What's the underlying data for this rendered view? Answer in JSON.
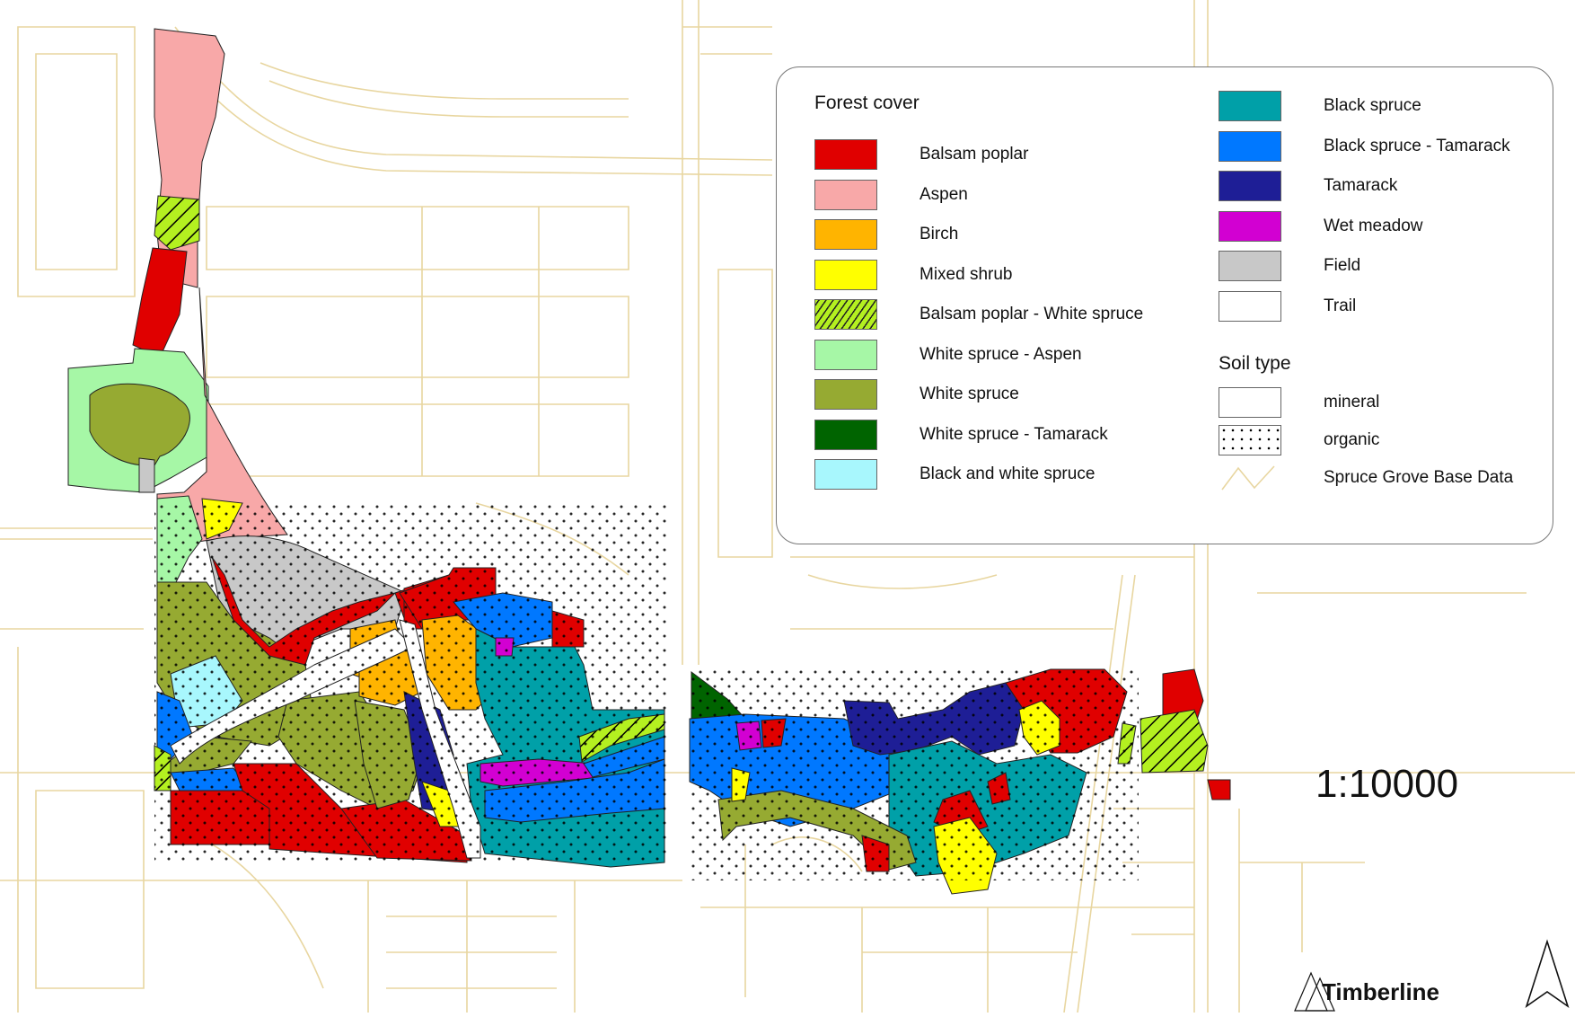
{
  "legend": {
    "forest_title": "Forest cover",
    "soil_title": "Soil type",
    "forest_left": [
      {
        "label": "Balsam poplar",
        "color": "#e00000",
        "pattern": "solid"
      },
      {
        "label": "Aspen",
        "color": "#f8a8a8",
        "pattern": "solid"
      },
      {
        "label": "Birch",
        "color": "#ffb400",
        "pattern": "solid"
      },
      {
        "label": "Mixed shrub",
        "color": "#ffff00",
        "pattern": "solid"
      },
      {
        "label": "Balsam poplar - White spruce",
        "color": "#b4f020",
        "pattern": "hatch"
      },
      {
        "label": "White spruce - Aspen",
        "color": "#a6f7a6",
        "pattern": "solid"
      },
      {
        "label": "White spruce",
        "color": "#96aa32",
        "pattern": "solid"
      },
      {
        "label": "White spruce - Tamarack",
        "color": "#006400",
        "pattern": "solid"
      },
      {
        "label": "Black and white spruce",
        "color": "#a8f7fd",
        "pattern": "solid"
      }
    ],
    "forest_right": [
      {
        "label": "Black spruce",
        "color": "#00a0a8",
        "pattern": "solid"
      },
      {
        "label": "Black spruce - Tamarack",
        "color": "#0078ff",
        "pattern": "solid"
      },
      {
        "label": "Tamarack",
        "color": "#1e1e96",
        "pattern": "solid"
      },
      {
        "label": "Wet meadow",
        "color": "#d200d2",
        "pattern": "solid"
      },
      {
        "label": "Field",
        "color": "#c8c8c8",
        "pattern": "solid"
      },
      {
        "label": "Trail",
        "color": "#ffffff",
        "pattern": "solid"
      }
    ],
    "soil": [
      {
        "label": "mineral",
        "pattern": "blank"
      },
      {
        "label": "organic",
        "pattern": "dots"
      },
      {
        "label": "Spruce Grove Base Data",
        "pattern": "line"
      }
    ]
  },
  "scale_text": "1:10000",
  "brand_text": "Timberline",
  "base_line_color": "#e8d6a0"
}
